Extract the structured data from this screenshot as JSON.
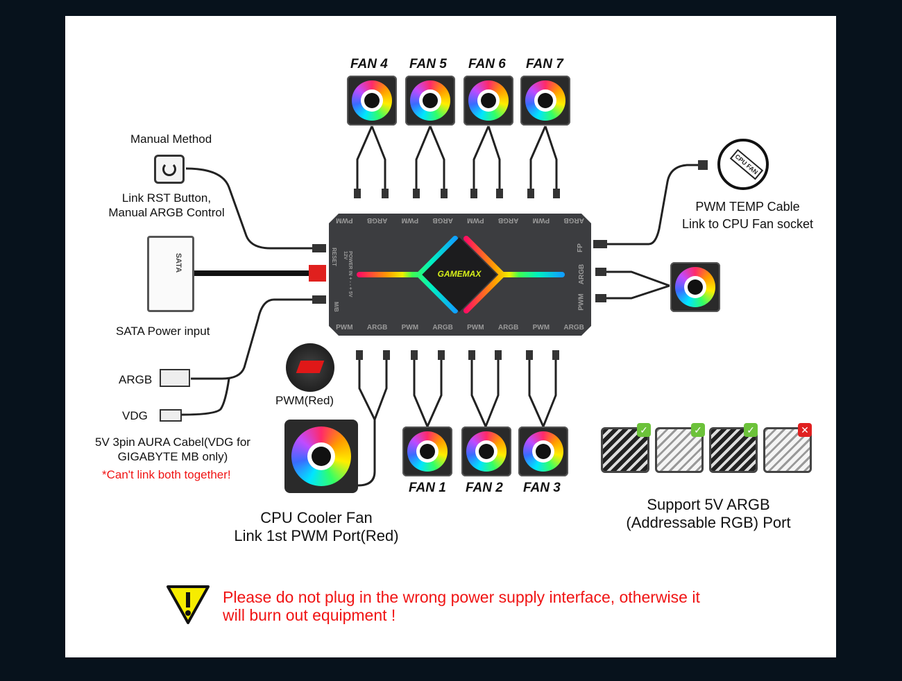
{
  "fans_top": [
    "FAN 4",
    "FAN 5",
    "FAN 6",
    "FAN 7"
  ],
  "fans_bottom": [
    "FAN 1",
    "FAN 2",
    "FAN 3"
  ],
  "hub": {
    "brand": "GAMEMAX",
    "top_ports": [
      "PWM",
      "ARGB",
      "PWM",
      "ARGB",
      "PWM",
      "ARGB",
      "PWM",
      "ARGB"
    ],
    "bottom_ports": [
      "PWM",
      "ARGB",
      "PWM",
      "ARGB",
      "PWM",
      "ARGB",
      "PWM",
      "ARGB"
    ],
    "left_ports": [
      "RESET",
      "POWER IN + - - + 5V 12V",
      "M/B"
    ],
    "right_ports": [
      "FP",
      "ARGB",
      "PWM"
    ]
  },
  "manual": {
    "title": "Manual Method",
    "desc_line1": "Link RST Button,",
    "desc_line2": "Manual ARGB Control"
  },
  "sata": {
    "connector_text": "SATA",
    "label": "SATA Power input"
  },
  "pwm_temp": {
    "line1": "PWM TEMP Cable",
    "line2": "Link to CPU Fan socket",
    "icon_text": "CPU FAN"
  },
  "aura": {
    "argb": "ARGB",
    "vdg": "VDG",
    "line1": "5V 3pin AURA Cabel(VDG for",
    "line2": "GIGABYTE MB only)",
    "note": "*Can't link both together!"
  },
  "pwm_red": {
    "label": "PWM(Red)"
  },
  "cpu_cooler": {
    "line1": "CPU Cooler Fan",
    "line2": "Link 1st PWM Port(Red)"
  },
  "support": {
    "line1": "Support 5V ARGB",
    "line2": "(Addressable RGB) Port",
    "badges": [
      "check",
      "check",
      "check",
      "cross"
    ]
  },
  "warning": {
    "line1": "Please do not plug in the wrong power supply interface, otherwise it",
    "line2": "will burn out equipment !"
  },
  "colors": {
    "warning": "#f01414",
    "check": "#6cc23a",
    "cross": "#e02020",
    "background": "#07121c"
  }
}
